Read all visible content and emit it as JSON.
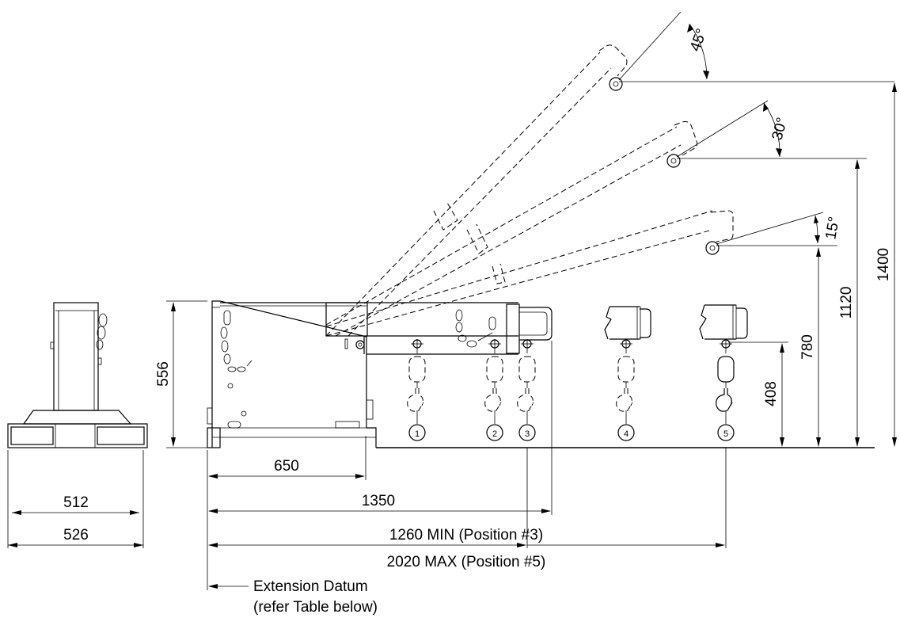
{
  "dimensions": {
    "width_512": "512",
    "width_526": "526",
    "height_556": "556",
    "length_650": "650",
    "length_1350": "1350",
    "ext_min": "1260 MIN (Position #3)",
    "ext_max": "2020 MAX (Position #5)",
    "height_408": "408",
    "height_780": "780",
    "height_1120": "1120",
    "height_1400": "1400"
  },
  "angles": {
    "a15": "15°",
    "a30": "30°",
    "a45": "45°"
  },
  "positions": [
    "1",
    "2",
    "3",
    "4",
    "5"
  ],
  "datum": {
    "line1": "Extension Datum",
    "line2": "(refer Table below)"
  }
}
